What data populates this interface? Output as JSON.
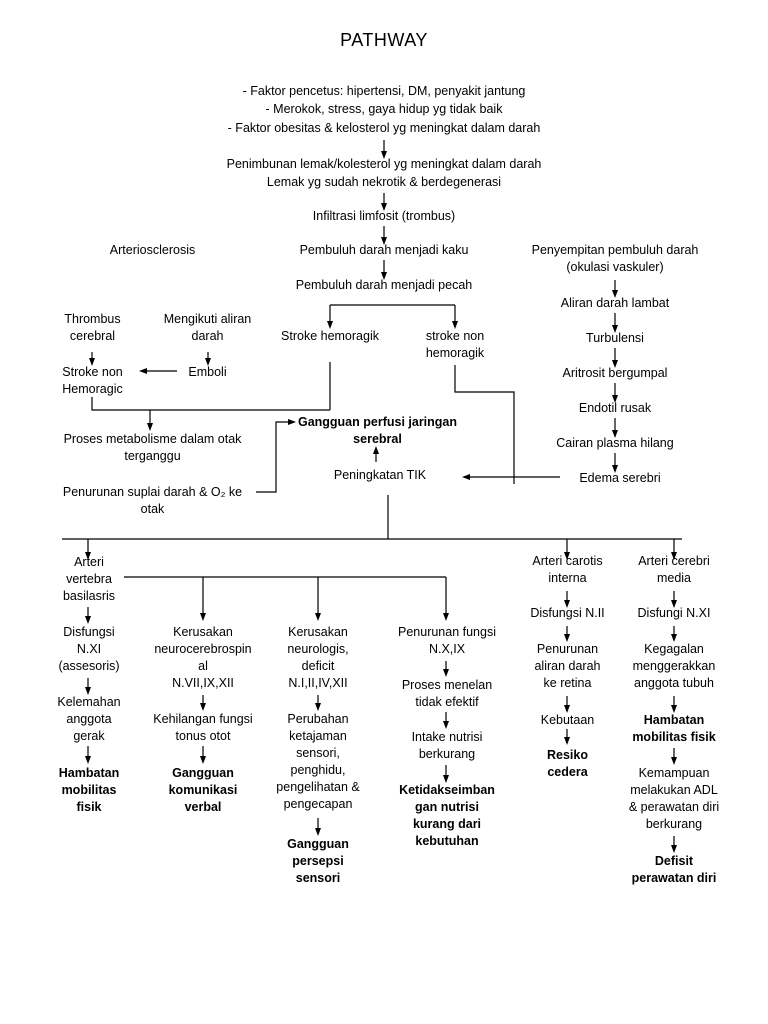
{
  "title": "PATHWAY",
  "nodes": {
    "faktor_1": "- Faktor pencetus: hipertensi, DM, penyakit jantung",
    "faktor_2": "- Merokok, stress, gaya hidup yg tidak baik",
    "faktor_3": "- Faktor obesitas & kelosterol yg meningkat dalam darah",
    "penimbunan_1": "Penimbunan lemak/kolesterol yg meningkat dalam darah",
    "penimbunan_2": "Lemak yg sudah nekrotik & berdegenerasi",
    "infiltrasi": "Infiltrasi limfosit (trombus)",
    "arteriosclerosis": "Arteriosclerosis",
    "kaku": "Pembuluh darah menjadi kaku",
    "penyempitan": "Penyempitan pembuluh darah\n(okulasi vaskuler)",
    "pecah": "Pembuluh darah menjadi pecah",
    "thrombus": "Thrombus\ncerebral",
    "mengikuti": "Mengikuti aliran\ndarah",
    "stroke_hemoragik": "Stroke hemoragik",
    "stroke_non_hemoragik_r": "stroke non\nhemoragik",
    "aliran_lambat": "Aliran darah lambat",
    "turbulensi": "Turbulensi",
    "stroke_non_hemoragic_l": "Stroke non\nHemoragic",
    "emboli": "Emboli",
    "aritrosit": "Aritrosit bergumpal",
    "endotil": "Endotil rusak",
    "gangguan_perfusi": "Gangguan perfusi jaringan\nserebral",
    "proses_metabolisme": "Proses metabolisme dalam otak\nterganggu",
    "cairan_plasma": "Cairan plasma hilang",
    "peningkatan_tik": "Peningkatan TIK",
    "edema": "Edema serebri",
    "penurunan_suplai": "Penurunan suplai darah & O₂ ke\notak",
    "arteri_vertebra": "Arteri\nvertebra\nbasilasris",
    "arteri_carotis": "Arteri carotis\ninterna",
    "arteri_cerebri": "Arteri cerebri\nmedia",
    "disfungsi_nxi": "Disfungsi\nN.XI\n(assesoris)",
    "kerusakan_neurocerebro": "Kerusakan\nneurocerebrospin\nal\nN.VII,IX,XII",
    "kerusakan_neurologis": "Kerusakan\nneurologis,\ndeficit\nN.I,II,IV,XII",
    "penurunan_fungsi": "Penurunan fungsi\nN.X,IX",
    "disfungsi_nii": "Disfungsi N.II",
    "disfungi_nxi": "Disfungi N.XI",
    "kelemahan": "Kelemahan\nanggota\ngerak",
    "kehilangan_fungsi": "Kehilangan fungsi\ntonus otot",
    "perubahan_ketajaman": "Perubahan\nketajaman\nsensori,\npenghidu,\npengelihatan &\npengecapan",
    "proses_menelan": "Proses menelan\ntidak efektif",
    "penurunan_aliran": "Penurunan\naliran darah\nke retina",
    "kegagalan": "Kegagalan\nmenggerakkan\nanggota tubuh",
    "hambatan_1": "Hambatan\nmobilitas\nfisik",
    "gangguan_komunikasi": "Gangguan\nkomunikasi\nverbal",
    "intake_nutrisi": "Intake nutrisi\nberkurang",
    "kebutaan": "Kebutaan",
    "hambatan_2": "Hambatan\nmobilitas fisik",
    "resiko_cedera": "Resiko\ncedera",
    "ketidakseimbangan": "Ketidakseimban\ngan nutrisi\nkurang dari\nkebutuhan",
    "kemampuan_adl": "Kemampuan\nmelakukan ADL\n& perawatan diri\nberkurang",
    "gangguan_persepsi": "Gangguan\npersepsi\nsensori",
    "defisit": "Defisit\nperawatan diri"
  }
}
